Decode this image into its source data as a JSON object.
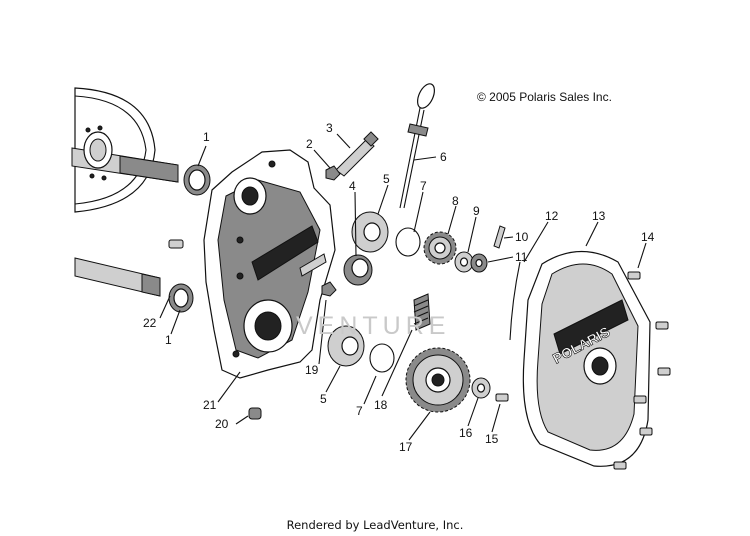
{
  "copyright": "© 2005 Polaris Sales Inc.",
  "footer": "Rendered by LeadVenture, Inc.",
  "watermark": "VENTURE",
  "cover_logo": "POLARIS",
  "callouts": [
    "1",
    "2",
    "3",
    "4",
    "5",
    "6",
    "7",
    "8",
    "9",
    "10",
    "11",
    "12",
    "13",
    "14",
    "22",
    "1",
    "19",
    "5",
    "7",
    "18",
    "17",
    "16",
    "15",
    "21",
    "20"
  ]
}
